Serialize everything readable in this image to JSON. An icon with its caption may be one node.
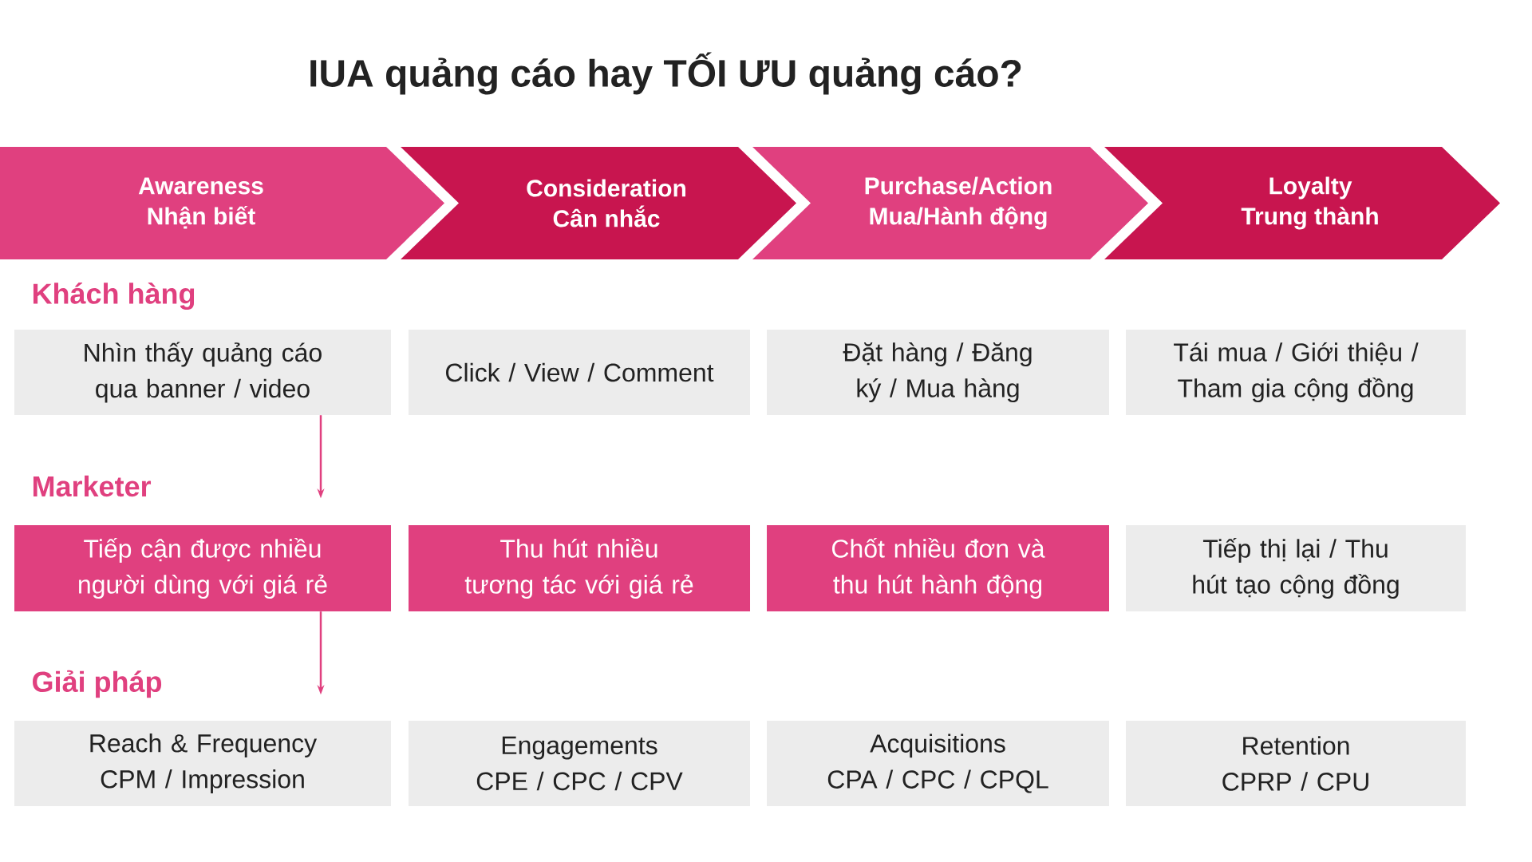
{
  "diagram": {
    "title": "IUA quảng cáo hay TỐI ƯU quảng cáo?",
    "nodes": [
      {
        "text": [
          "Awareness",
          "Nhận biết"
        ]
      },
      {
        "text": [
          "Consideration",
          "Cân nhắc"
        ]
      },
      {
        "text": [
          "Purchase/Action",
          "Mua/Hành động"
        ]
      },
      {
        "text": [
          "Loyalty",
          "Trung thành"
        ]
      },
      {
        "text": [
          "Nhìn thấy quảng cáo qua banner / video"
        ]
      },
      {
        "text": [
          "Click / View / Comment"
        ]
      },
      {
        "text": [
          "Đặt hàng / Đăng ký / Mua hàng"
        ]
      },
      {
        "text": [
          "Tái mua / Giới thiệu / Tham gia cộng đồng"
        ]
      },
      {
        "text": [
          "Tiếp cận được nhiều người dùng với giá rẻ"
        ]
      },
      {
        "text": [
          "Thu hút nhiều tương tác với giá rẻ"
        ]
      },
      {
        "text": [
          "Chốt nhiều đơn và thu hút hành động"
        ]
      },
      {
        "text": [
          "Tiếp thị lại / Thu hút tạo cộng đồng"
        ]
      },
      {
        "text": [
          "Reach & Frequency",
          "CPM / Impression"
        ]
      },
      {
        "text": [
          "Engagements",
          "CPE / CPC / CPV"
        ]
      },
      {
        "text": [
          "Acquisitions",
          "CPA / CPC / CPQL"
        ]
      },
      {
        "text": [
          "Retention",
          "CPRP / CPU"
        ]
      }
    ],
    "edges": [
      {
        "from": 4,
        "to": null,
        "arrow": "to"
      },
      {
        "from": 8,
        "to": null,
        "arrow": "to"
      }
    ],
    "labels": [
      "Khách hàng",
      "Marketer",
      "Giải pháp"
    ]
  }
}
